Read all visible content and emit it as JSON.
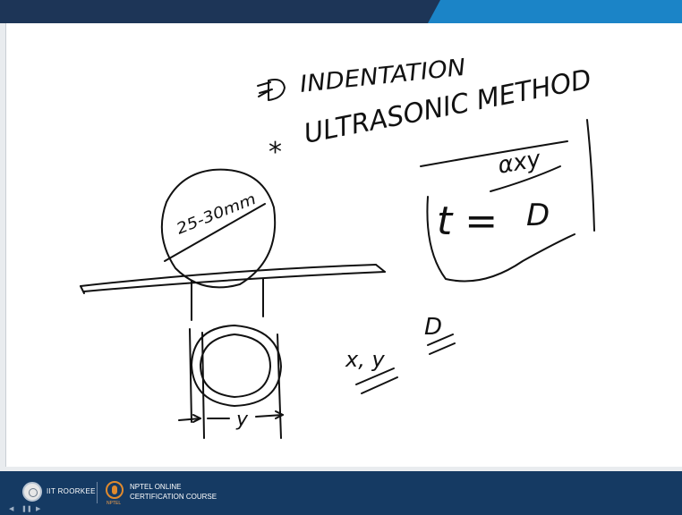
{
  "colors": {
    "topbar_left": "#1d3557",
    "topbar_right": "#1b84c7",
    "board": "#ffffff",
    "ink": "#111111",
    "footer": "#153a63"
  },
  "board": {
    "title_line1": "INDENTATION",
    "title_line2": "ULTRASONIC METHOD",
    "bullet": "*",
    "circle_label": "25-30mm",
    "formula_lhs": "t =",
    "formula_numerator": "αxy",
    "formula_denominator": "D",
    "note_xy": "x, y",
    "note_d": "D",
    "dimension_y": "y"
  },
  "footer": {
    "institute": "IIT ROORKEE",
    "nptel_line1": "NPTEL ONLINE",
    "nptel_line2": "CERTIFICATION COURSE",
    "nptel_logo_word": "NPTEL",
    "logo_iitr_icon": "iit-roorkee-emblem-icon",
    "logo_nptel_icon": "nptel-logo-icon"
  }
}
